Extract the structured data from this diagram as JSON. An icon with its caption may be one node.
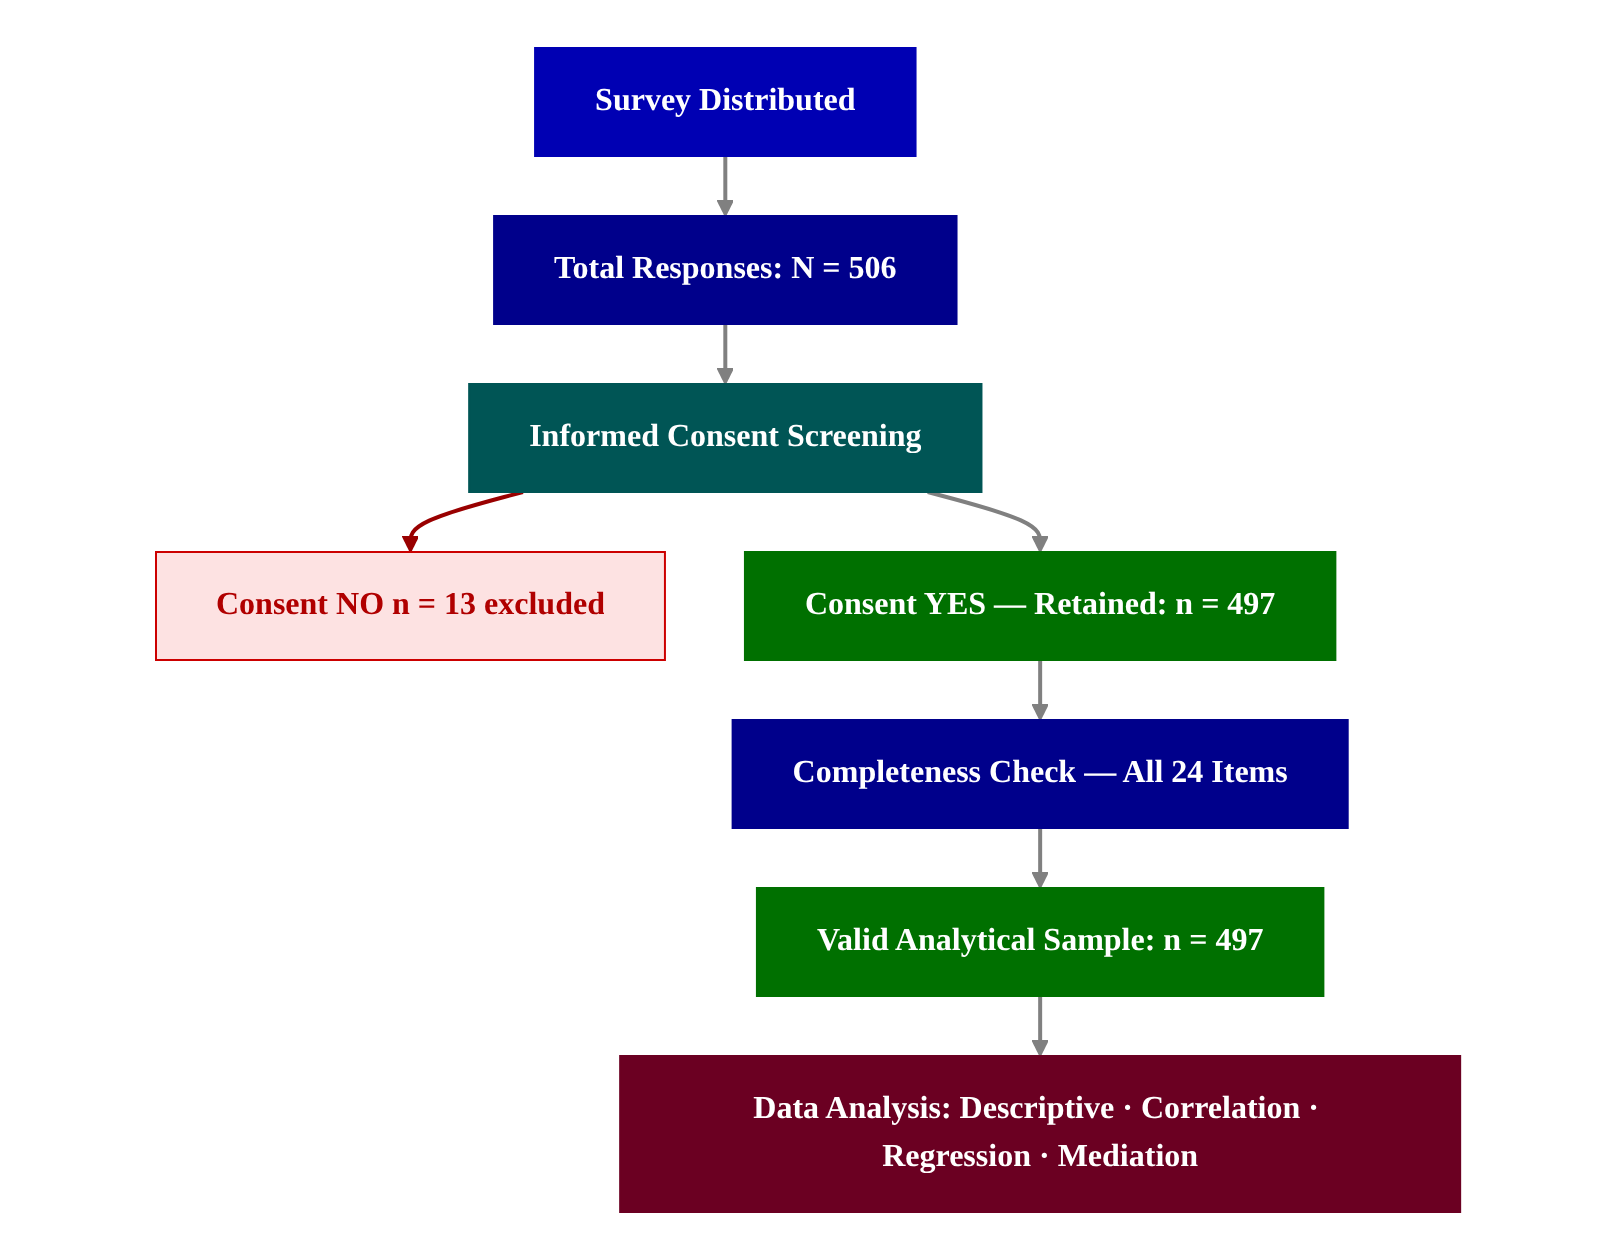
{
  "diagram": {
    "nodes": [
      {
        "text": [
          "Survey Distributed"
        ]
      },
      {
        "text": [
          "Total Responses: N = 506"
        ]
      },
      {
        "text": [
          "Informed Consent Screening"
        ]
      },
      {
        "text": [
          "Consent NO n = 13 excluded"
        ]
      },
      {
        "text": [
          "Consent YES — Retained: n = 497"
        ]
      },
      {
        "text": [
          "Completeness Check — All 24 Items"
        ]
      },
      {
        "text": [
          "Valid Analytical Sample: n = 497"
        ]
      },
      {
        "text": [
          "Data Analysis: Descriptive · Correlation · Regression · Mediation"
        ]
      }
    ],
    "edges": [
      {
        "from": 0,
        "to": 1,
        "arrow": "to"
      },
      {
        "from": 1,
        "to": 2,
        "arrow": "to"
      },
      {
        "from": 2,
        "to": 3,
        "arrow": "to",
        "color": "#990000"
      },
      {
        "from": 2,
        "to": 4,
        "arrow": "to"
      },
      {
        "from": 4,
        "to": 5,
        "arrow": "to"
      },
      {
        "from": 5,
        "to": 6,
        "arrow": "to"
      },
      {
        "from": 6,
        "to": 7,
        "arrow": "to"
      }
    ]
  }
}
